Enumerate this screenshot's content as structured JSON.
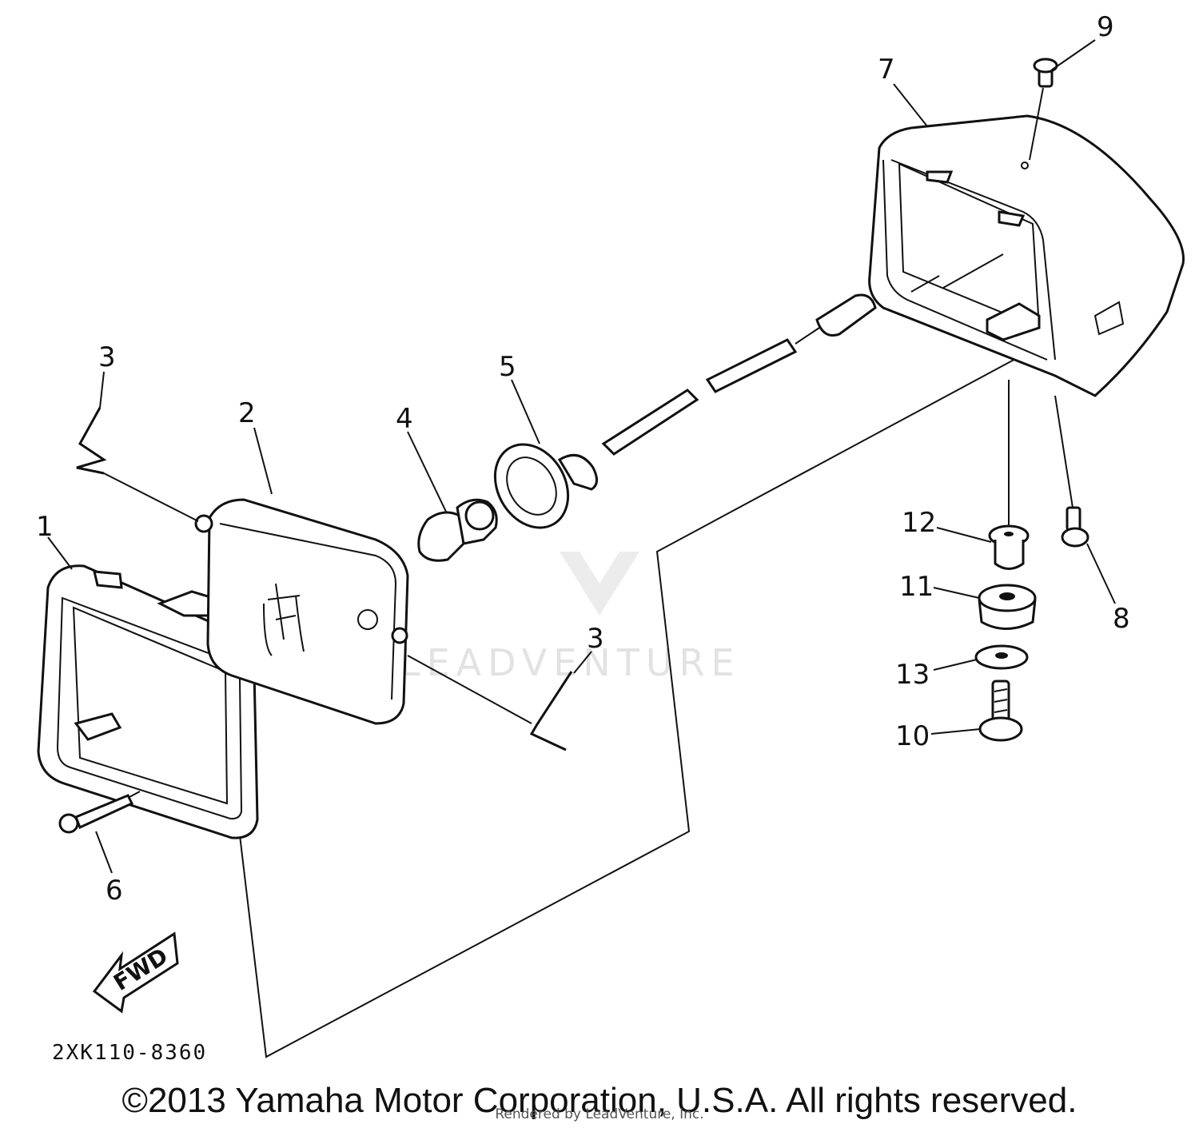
{
  "callouts": {
    "c1": "1",
    "c2": "2",
    "c3a": "3",
    "c3b": "3",
    "c4": "4",
    "c5": "5",
    "c6": "6",
    "c7": "7",
    "c8": "8",
    "c9": "9",
    "c10": "10",
    "c11": "11",
    "c12": "12",
    "c13": "13"
  },
  "direction_label": "FWD",
  "diagram_code": "2XK110-8360",
  "watermark": "LEADVENTURE",
  "copyright": "©2013 Yamaha Motor Corporation, U.S.A. All rights reserved.",
  "rendered_by": "Rendered by LeadVenture, Inc."
}
